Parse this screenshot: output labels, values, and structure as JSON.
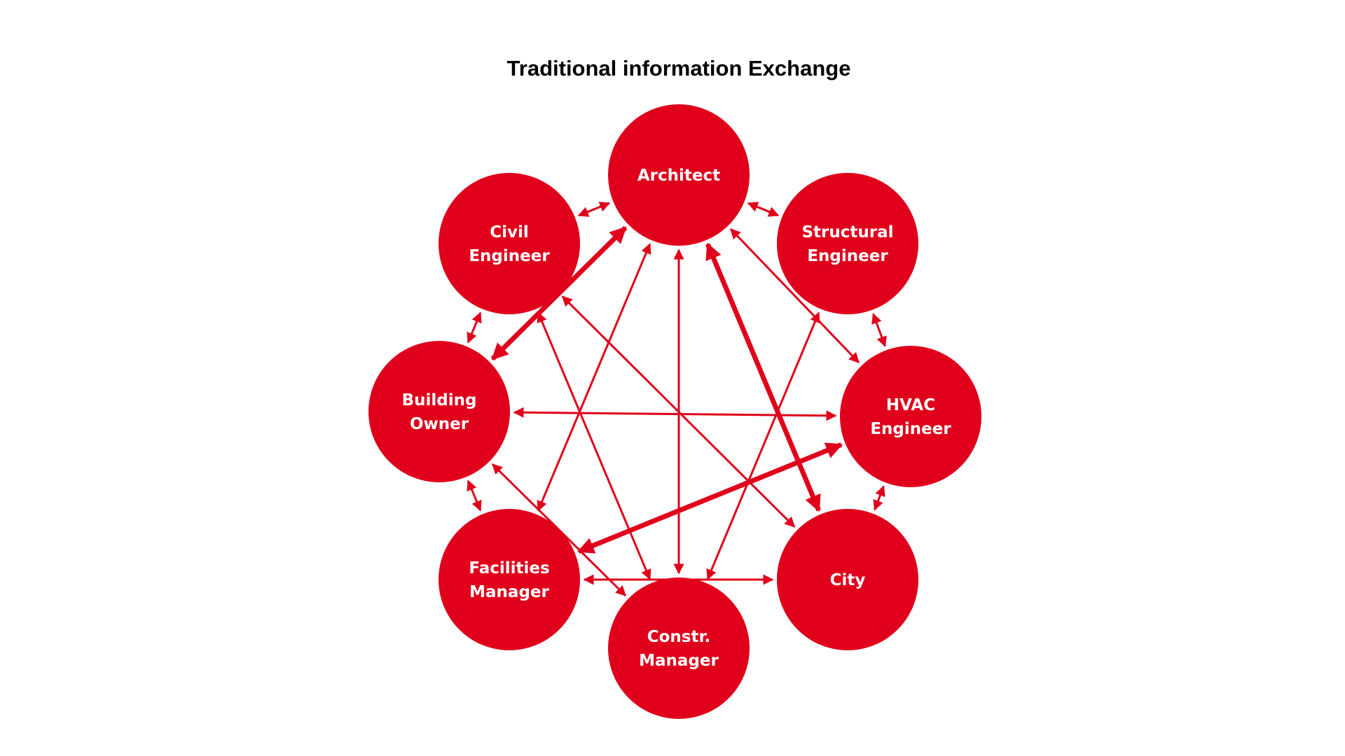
{
  "diagram": {
    "title": "Traditional information Exchange",
    "colors": {
      "node": "#e0001b",
      "edge": "#e0001b",
      "label": "#ffffff",
      "title": "#000000"
    },
    "nodes": [
      {
        "id": "architect",
        "lines": [
          "Architect"
        ]
      },
      {
        "id": "structural-engineer",
        "lines": [
          "Structural",
          "Engineer"
        ]
      },
      {
        "id": "hvac-engineer",
        "lines": [
          "HVAC",
          "Engineer"
        ]
      },
      {
        "id": "city",
        "lines": [
          "City"
        ]
      },
      {
        "id": "constr-manager",
        "lines": [
          "Constr.",
          "Manager"
        ]
      },
      {
        "id": "facilities-manager",
        "lines": [
          "Facilities",
          "Manager"
        ]
      },
      {
        "id": "building-owner",
        "lines": [
          "Building",
          "Owner"
        ]
      },
      {
        "id": "civil-engineer",
        "lines": [
          "Civil",
          "Engineer"
        ]
      }
    ],
    "edges": [
      {
        "from": "architect",
        "to": "structural-engineer",
        "weight": "normal"
      },
      {
        "from": "architect",
        "to": "civil-engineer",
        "weight": "normal"
      },
      {
        "from": "architect",
        "to": "building-owner",
        "weight": "bold"
      },
      {
        "from": "architect",
        "to": "city",
        "weight": "bold"
      },
      {
        "from": "architect",
        "to": "constr-manager",
        "weight": "normal"
      },
      {
        "from": "architect",
        "to": "facilities-manager",
        "weight": "normal"
      },
      {
        "from": "architect",
        "to": "hvac-engineer",
        "weight": "normal"
      },
      {
        "from": "structural-engineer",
        "to": "hvac-engineer",
        "weight": "normal"
      },
      {
        "from": "structural-engineer",
        "to": "constr-manager",
        "weight": "normal"
      },
      {
        "from": "civil-engineer",
        "to": "building-owner",
        "weight": "normal"
      },
      {
        "from": "civil-engineer",
        "to": "city",
        "weight": "normal"
      },
      {
        "from": "civil-engineer",
        "to": "constr-manager",
        "weight": "normal"
      },
      {
        "from": "building-owner",
        "to": "hvac-engineer",
        "weight": "normal"
      },
      {
        "from": "building-owner",
        "to": "facilities-manager",
        "weight": "normal"
      },
      {
        "from": "building-owner",
        "to": "constr-manager",
        "weight": "normal"
      },
      {
        "from": "hvac-engineer",
        "to": "city",
        "weight": "normal"
      },
      {
        "from": "hvac-engineer",
        "to": "facilities-manager",
        "weight": "bold"
      },
      {
        "from": "facilities-manager",
        "to": "city",
        "weight": "normal"
      }
    ]
  }
}
